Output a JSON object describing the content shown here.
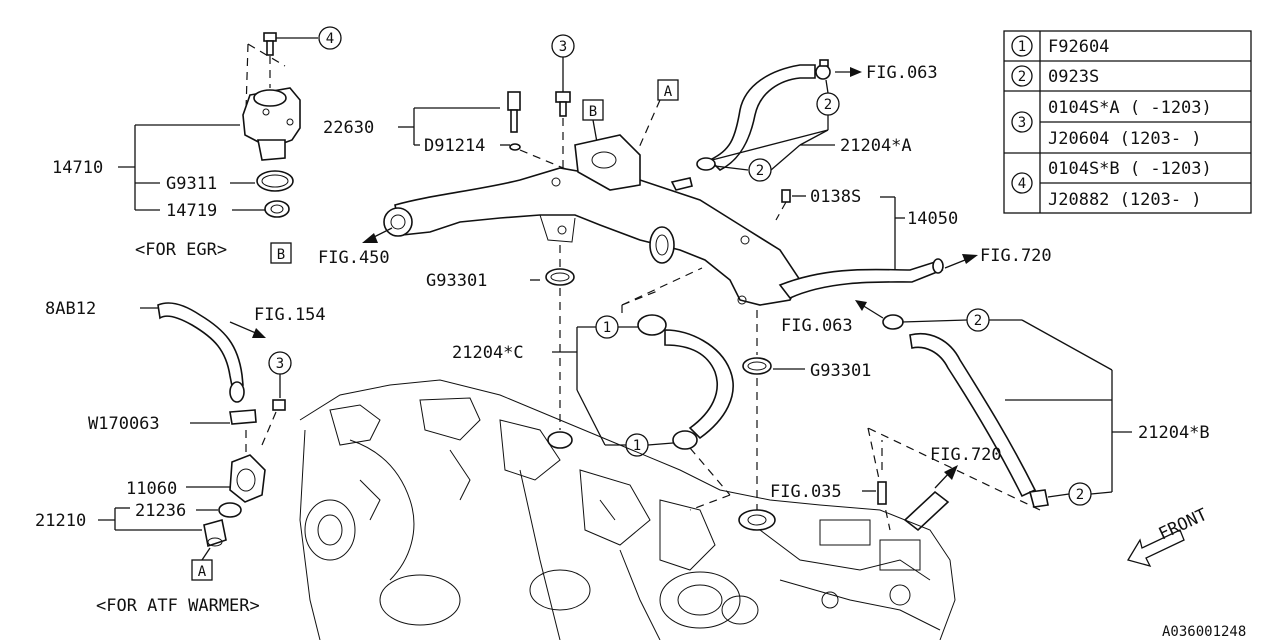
{
  "legend": [
    {
      "num": "1",
      "rows": [
        "F92604"
      ]
    },
    {
      "num": "2",
      "rows": [
        "0923S"
      ]
    },
    {
      "num": "3",
      "rows": [
        "0104S*A ( -1203)",
        "J20604  (1203- )"
      ]
    },
    {
      "num": "4",
      "rows": [
        "0104S*B ( -1203)",
        "J20882  (1203- )"
      ]
    }
  ],
  "labels": {
    "p14710": "14710",
    "g9311": "G9311",
    "p14719": "14719",
    "for_egr": "<FOR EGR>",
    "p22630": "22630",
    "d91214": "D91214",
    "fig450": "FIG.450",
    "g93301_top": "G93301",
    "g93301_mid": "G93301",
    "fig063_top": "FIG.063",
    "fig063_mid": "FIG.063",
    "p21204a": "21204*A",
    "p0138s": "0138S",
    "p14050": "14050",
    "fig720_top": "FIG.720",
    "fig720_bot": "FIG.720",
    "p21204c": "21204*C",
    "p21204b": "21204*B",
    "p8ab12": "8AB12",
    "fig154": "FIG.154",
    "w170063": "W170063",
    "p11060": "11060",
    "p21236": "21236",
    "p21210": "21210",
    "for_atf": "<FOR ATF WARMER>",
    "fig035": "FIG.035",
    "front": "FRONT",
    "diagram_id": "A036001248",
    "ref_a": "A",
    "ref_b": "B"
  },
  "callouts": {
    "c1": "1",
    "c2": "2",
    "c3": "3",
    "c4": "4"
  }
}
